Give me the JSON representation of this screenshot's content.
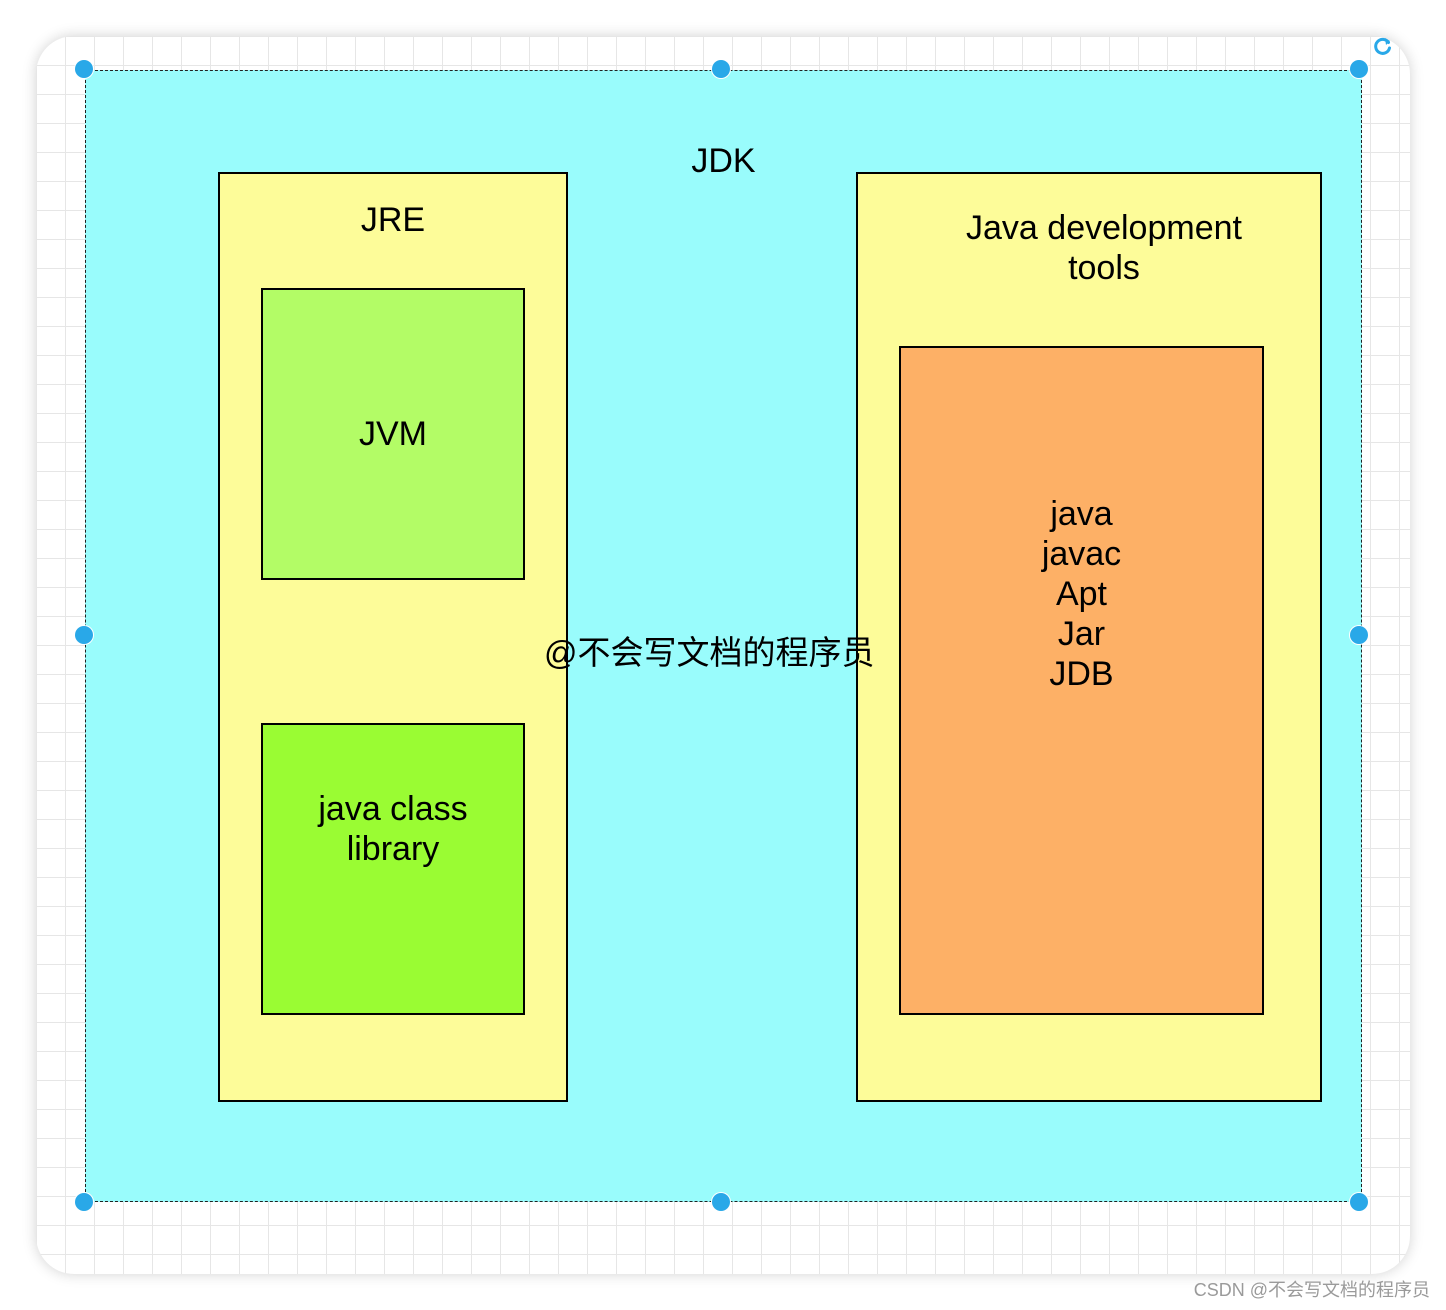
{
  "diagram": {
    "jdk": {
      "label": "JDK",
      "color": "#99fcfc"
    },
    "jre": {
      "label": "JRE",
      "color": "#fdfc99"
    },
    "jvm": {
      "label": "JVM",
      "color": "#b3fc66"
    },
    "class_library": {
      "label": "java class\nlibrary",
      "color": "#9afc33"
    },
    "dev_tools": {
      "label": "Java development\ntools",
      "color": "#fdfc99"
    },
    "tool_list": {
      "label": "java\njavac\nApt\nJar\nJDB",
      "color": "#fdb066"
    },
    "watermark": "@不会写文档的程序员"
  },
  "selection": {
    "handle_color": "#29a8e8",
    "icon": "rotate-icon"
  },
  "footer": {
    "credit": "CSDN @不会写文档的程序员"
  }
}
